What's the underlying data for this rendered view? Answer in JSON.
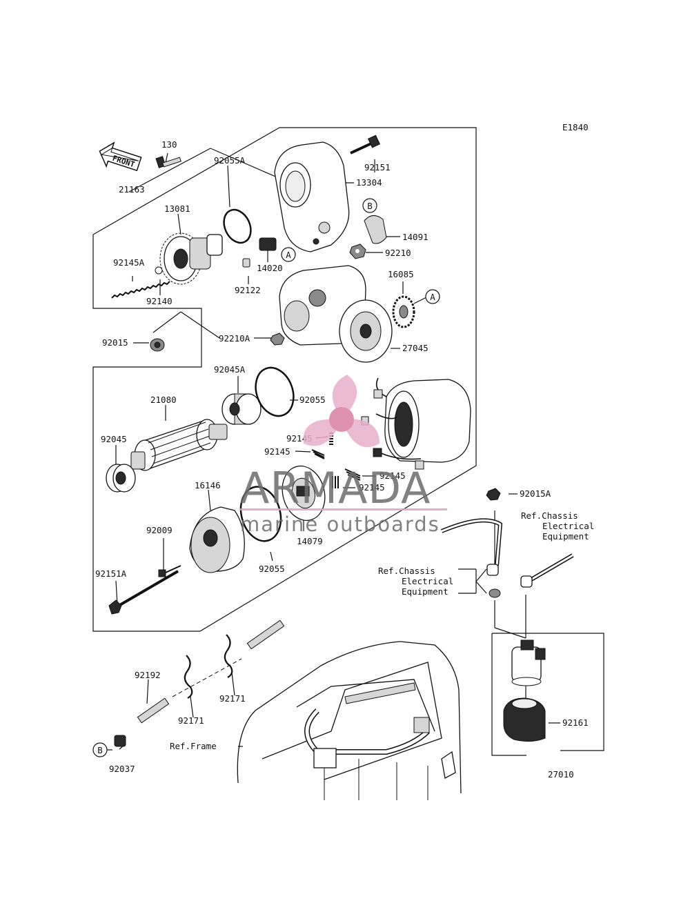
{
  "diagram_code": "E1840",
  "front_label": "FRONT",
  "watermark": {
    "title": "ARMADA",
    "subtitle": "marine outboards",
    "logo_color": "#e0a0c0"
  },
  "callouts": [
    {
      "text": "130"
    },
    {
      "text": "21163"
    },
    {
      "text": "92055A"
    },
    {
      "text": "92151"
    },
    {
      "text": "13304"
    },
    {
      "text": "14091"
    },
    {
      "text": "13081"
    },
    {
      "text": "92210"
    },
    {
      "text": "14020"
    },
    {
      "text": "92145A"
    },
    {
      "text": "92122"
    },
    {
      "text": "92140"
    },
    {
      "text": "16085"
    },
    {
      "text": "92015"
    },
    {
      "text": "92210A"
    },
    {
      "text": "27045"
    },
    {
      "text": "92045A"
    },
    {
      "text": "21080"
    },
    {
      "text": "92055"
    },
    {
      "text": "92145"
    },
    {
      "text": "92045"
    },
    {
      "text": "92145"
    },
    {
      "text": "92145"
    },
    {
      "text": "92145"
    },
    {
      "text": "16146"
    },
    {
      "text": "14079"
    },
    {
      "text": "92015A"
    },
    {
      "text": "92009"
    },
    {
      "text": "92055"
    },
    {
      "text": "92151A"
    },
    {
      "text": "92192"
    },
    {
      "text": "92171"
    },
    {
      "text": "92171"
    },
    {
      "text": "92037"
    },
    {
      "text": "92161"
    },
    {
      "text": "27010"
    },
    {
      "text": "Ref.Frame"
    }
  ],
  "ref_notes": [
    [
      "Ref.Chassis",
      "Electrical",
      "Equipment"
    ],
    [
      "Ref.Chassis",
      "Electrical",
      "Equipment"
    ]
  ],
  "markers": [
    "B",
    "A",
    "A",
    "B"
  ]
}
